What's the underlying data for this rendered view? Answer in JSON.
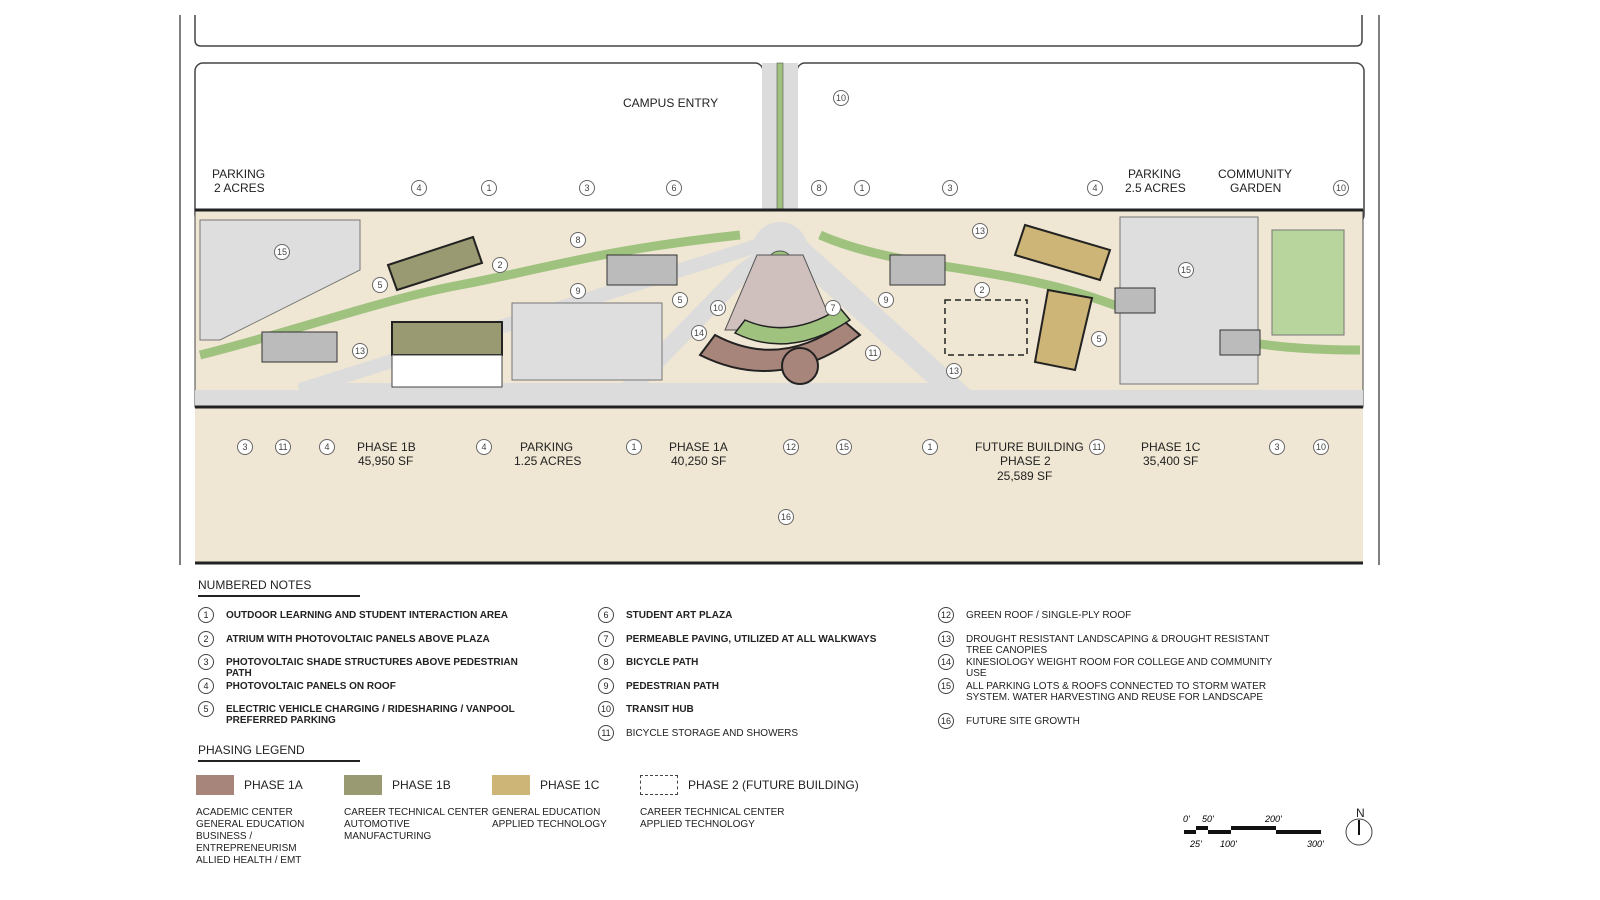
{
  "plan": {
    "labels": {
      "campus_entry": "CAMPUS ENTRY",
      "parking_2_l1": "PARKING",
      "parking_2_l2": "2 ACRES",
      "parking_25_l1": "PARKING",
      "parking_25_l2": "2.5 ACRES",
      "garden_l1": "COMMUNITY",
      "garden_l2": "GARDEN",
      "phase1b_l1": "PHASE 1B",
      "phase1b_l2": "45,950 SF",
      "parking_125_l1": "PARKING",
      "parking_125_l2": "1.25 ACRES",
      "phase1a_l1": "PHASE 1A",
      "phase1a_l2": "40,250 SF",
      "future_l1": "FUTURE BUILDING",
      "future_l2": "PHASE 2",
      "future_l3": "25,589 SF",
      "phase1c_l1": "PHASE 1C",
      "phase1c_l2": "35,400 SF"
    },
    "callouts": [
      "10",
      "4",
      "1",
      "3",
      "6",
      "8",
      "1",
      "3",
      "4",
      "13",
      "8",
      "2",
      "5",
      "9",
      "15",
      "13",
      "10",
      "14",
      "7",
      "11",
      "9",
      "2",
      "13",
      "15",
      "5",
      "10",
      "3",
      "11",
      "4",
      "1",
      "4",
      "12",
      "15",
      "1",
      "11",
      "3",
      "10",
      "16",
      "5"
    ],
    "colors": {
      "site": "#efe6d3",
      "road": "#dcdcdc",
      "green": "#9fc27f",
      "phase1a": "#a8857a",
      "phase1b": "#9a9a72",
      "phase1c": "#c9ad6c"
    }
  },
  "notes": {
    "title": "NUMBERED NOTES",
    "items": [
      {
        "n": "1",
        "text": "OUTDOOR LEARNING AND STUDENT INTERACTION AREA"
      },
      {
        "n": "2",
        "text": "ATRIUM WITH PHOTOVOLTAIC PANELS ABOVE PLAZA"
      },
      {
        "n": "3",
        "text": "PHOTOVOLTAIC SHADE STRUCTURES ABOVE PEDESTRIAN PATH"
      },
      {
        "n": "4",
        "text": "PHOTOVOLTAIC PANELS ON ROOF"
      },
      {
        "n": "5",
        "text": "ELECTRIC VEHICLE CHARGING / RIDESHARING / VANPOOL PREFERRED PARKING"
      },
      {
        "n": "6",
        "text": "STUDENT ART PLAZA"
      },
      {
        "n": "7",
        "text": "PERMEABLE PAVING, UTILIZED AT ALL WALKWAYS"
      },
      {
        "n": "8",
        "text": "BICYCLE PATH"
      },
      {
        "n": "9",
        "text": "PEDESTRIAN PATH"
      },
      {
        "n": "10",
        "text": "TRANSIT HUB"
      },
      {
        "n": "11",
        "text": "BICYCLE STORAGE AND SHOWERS"
      },
      {
        "n": "12",
        "text": "GREEN ROOF / SINGLE-PLY ROOF"
      },
      {
        "n": "13",
        "text": "DROUGHT RESISTANT LANDSCAPING & DROUGHT RESISTANT TREE CANOPIES"
      },
      {
        "n": "14",
        "text": "KINESIOLOGY WEIGHT ROOM FOR COLLEGE AND COMMUNITY USE"
      },
      {
        "n": "15",
        "text": "ALL PARKING LOTS & ROOFS CONNECTED TO STORM WATER SYSTEM. WATER HARVESTING AND REUSE FOR LANDSCAPE"
      },
      {
        "n": "16",
        "text": "FUTURE SITE GROWTH"
      }
    ]
  },
  "legend": {
    "title": "PHASING LEGEND",
    "phases": [
      {
        "name": "PHASE 1A",
        "desc": "ACADEMIC CENTER\nGENERAL EDUCATION\nBUSINESS / ENTREPRENEURISM\nALLIED HEALTH / EMT",
        "color": "#a8857a"
      },
      {
        "name": "PHASE 1B",
        "desc": "CAREER TECHNICAL CENTER\nAUTOMOTIVE\nMANUFACTURING",
        "color": "#9a9a72"
      },
      {
        "name": "PHASE 1C",
        "desc": "GENERAL EDUCATION\nAPPLIED TECHNOLOGY",
        "color": "#cdb477"
      },
      {
        "name": "PHASE 2 (FUTURE BUILDING)",
        "desc": "CAREER TECHNICAL CENTER\nAPPLIED TECHNOLOGY",
        "color": "dashed"
      }
    ]
  },
  "scale": {
    "top": [
      "0'",
      "50'",
      "200'"
    ],
    "bottom": [
      "25'",
      "100'",
      "300'"
    ],
    "north": "N"
  }
}
